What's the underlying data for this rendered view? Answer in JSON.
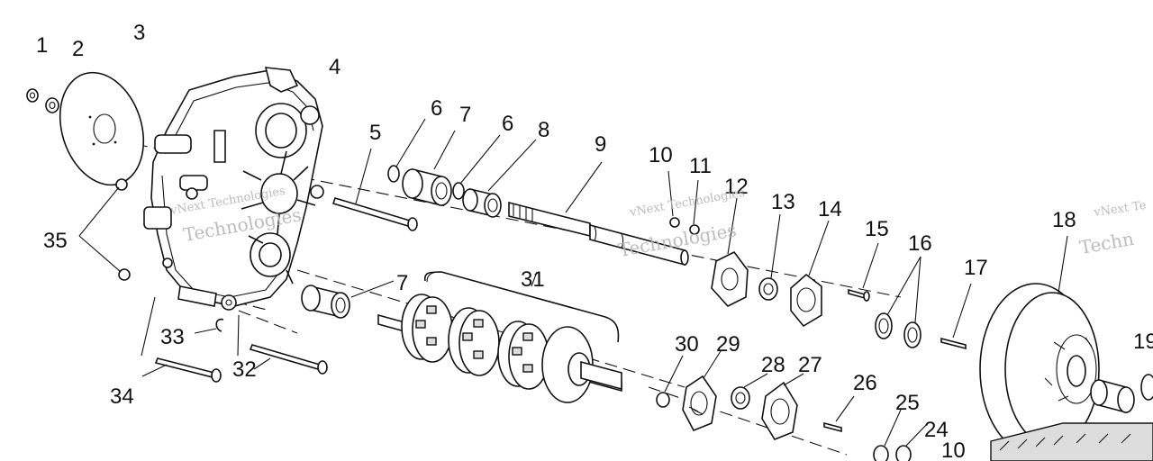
{
  "labels": {
    "l1": "1",
    "l2": "2",
    "l3": "3",
    "l4": "4",
    "l5": "5",
    "l6a": "6",
    "l6b": "6",
    "l7a": "7",
    "l7b": "7",
    "l8": "8",
    "l9": "9",
    "l10a": "10",
    "l10b": "10",
    "l11": "11",
    "l12": "12",
    "l13": "13",
    "l14": "14",
    "l15": "15",
    "l16": "16",
    "l17": "17",
    "l18": "18",
    "l19": "19",
    "l24": "24",
    "l25": "25",
    "l26": "26",
    "l27": "27",
    "l28": "28",
    "l29": "29",
    "l30": "30",
    "l31": "31",
    "l32": "32",
    "l33": "33",
    "l34": "34",
    "l35": "35"
  },
  "watermarks": {
    "w1": "vNext Technologies",
    "w2": "Technologies",
    "w3": "vNext Technologies",
    "w4": "Technologies",
    "w5": "vNext Te",
    "w6": "Techn"
  }
}
